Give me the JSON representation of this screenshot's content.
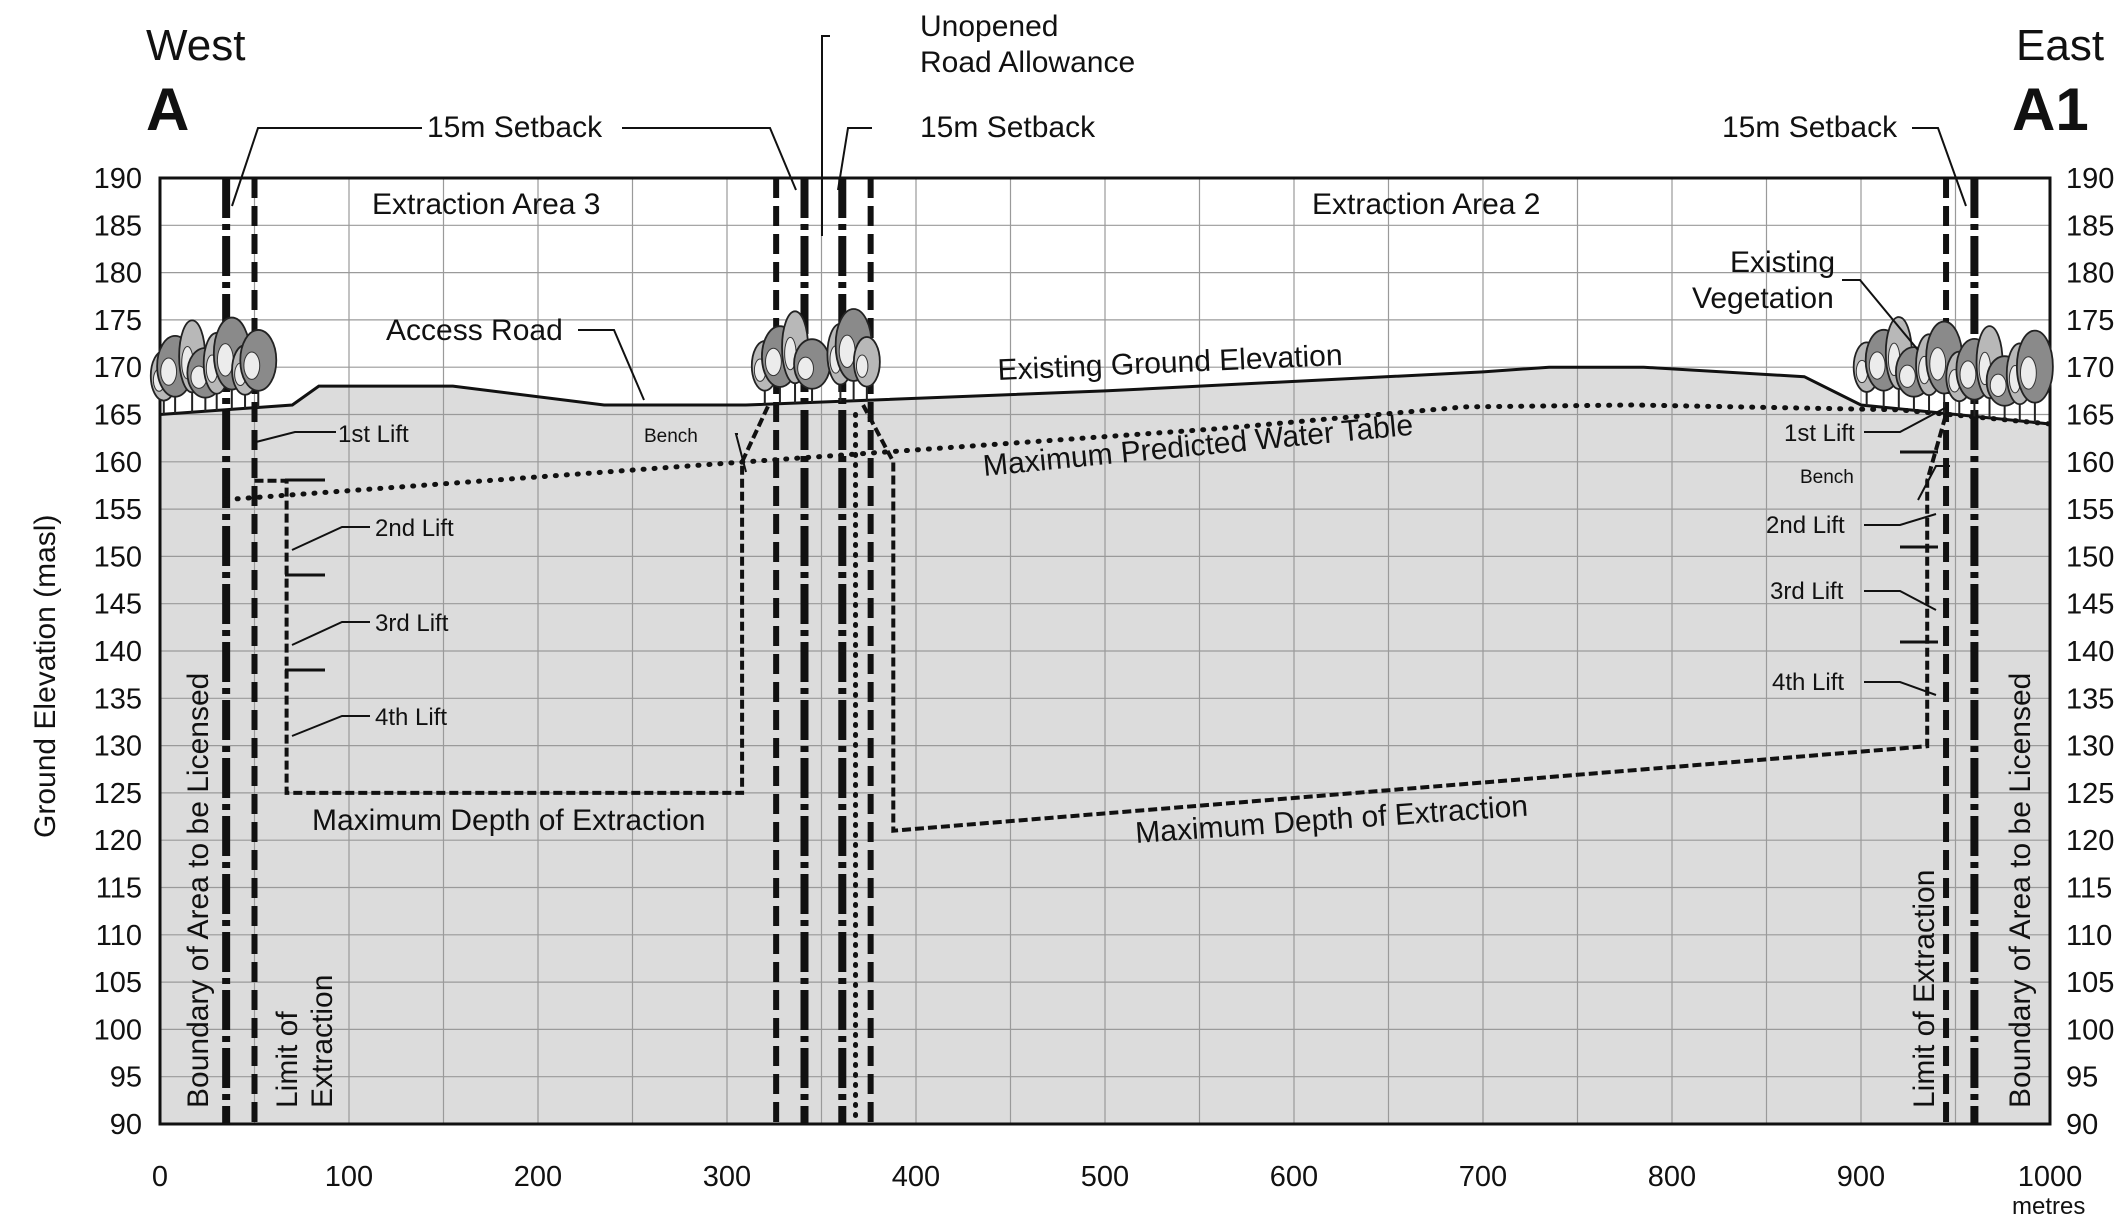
{
  "section": {
    "west": {
      "direction": "West",
      "label": "A"
    },
    "east": {
      "direction": "East",
      "label": "A1"
    }
  },
  "chart_data": {
    "type": "diagram",
    "ylabel": "Ground Elevation (masl)",
    "xunit": "metres",
    "xlim": [
      0,
      1000
    ],
    "ylim": [
      90,
      190
    ],
    "xticks": [
      0,
      100,
      200,
      300,
      400,
      500,
      600,
      700,
      800,
      900,
      1000
    ],
    "yticks": [
      90,
      95,
      100,
      105,
      110,
      115,
      120,
      125,
      130,
      135,
      140,
      145,
      150,
      155,
      160,
      165,
      170,
      175,
      180,
      185,
      190
    ],
    "ground_profile": [
      [
        0,
        165
      ],
      [
        70,
        166
      ],
      [
        84,
        168
      ],
      [
        155,
        168
      ],
      [
        235,
        166
      ],
      [
        310,
        166
      ],
      [
        500,
        167.5
      ],
      [
        700,
        169.5
      ],
      [
        735,
        170
      ],
      [
        785,
        170
      ],
      [
        870,
        169
      ],
      [
        900,
        166
      ],
      [
        1000,
        164
      ]
    ],
    "water_table": [
      [
        35,
        156
      ],
      [
        310,
        160
      ],
      [
        560,
        163.5
      ],
      [
        690,
        165.8
      ],
      [
        780,
        166
      ],
      [
        920,
        165.5
      ],
      [
        1000,
        164
      ]
    ],
    "extraction_area_3": [
      [
        50,
        158
      ],
      [
        67,
        158
      ],
      [
        67,
        125
      ],
      [
        308,
        125
      ],
      [
        308,
        160
      ],
      [
        322,
        166
      ]
    ],
    "extraction_area_2": [
      [
        372,
        166
      ],
      [
        388,
        160
      ],
      [
        388,
        121
      ],
      [
        1000,
        131
      ]
    ],
    "vertical_lines": {
      "boundary_west": 35,
      "limit_west": 50,
      "setback_road_west": 326,
      "road_west": 341,
      "road_east": 361,
      "setback_road_east": 376,
      "limit_east": 945,
      "boundary_east": 960,
      "road_centre": 350
    }
  },
  "labels": {
    "setback_west": "15m Setback",
    "setback_mid": "15m Setback",
    "setback_east": "15m Setback",
    "unopened_road_1": "Unopened",
    "unopened_road_2": "Road Allowance",
    "extraction_area_3": "Extraction Area 3",
    "extraction_area_2": "Extraction Area 2",
    "existing_vegetation_1": "Existing",
    "existing_vegetation_2": "Vegetation",
    "access_road": "Access Road",
    "existing_ground": "Existing Ground Elevation",
    "water_table": "Maximum Predicted Water Table",
    "max_depth_west": "Maximum Depth of Extraction",
    "max_depth_east": "Maximum Depth of Extraction",
    "bench_west": "Bench",
    "bench_east": "Bench",
    "lift1_west": "1st Lift",
    "lift2_west": "2nd Lift",
    "lift3_west": "3rd Lift",
    "lift4_west": "4th Lift",
    "lift1_east": "1st Lift",
    "lift2_east": "2nd Lift",
    "lift3_east": "3rd Lift",
    "lift4_east": "4th Lift",
    "boundary_west": "Boundary of Area to be Licensed",
    "boundary_east": "Boundary of Area to be Licensed",
    "limit_west_1": "Limit of",
    "limit_west_2": "Extraction",
    "limit_east": "Limit of Extraction"
  }
}
